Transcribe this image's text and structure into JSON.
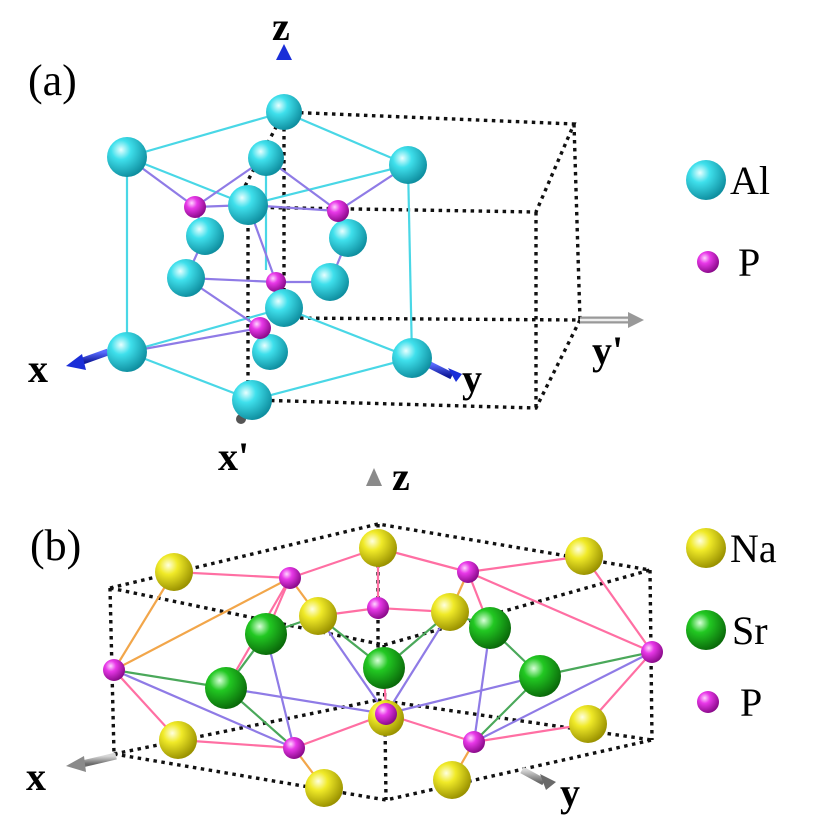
{
  "panel_a": {
    "label": "(a)",
    "axes": {
      "z": "z",
      "x": "x",
      "y": "y",
      "x_prime": "x'",
      "y_prime": "y'"
    },
    "legend": [
      {
        "element": "Al",
        "color": "#2fd3e0"
      },
      {
        "element": "P",
        "color": "#e020e0"
      }
    ]
  },
  "panel_b": {
    "label": "(b)",
    "axes": {
      "z": "z",
      "x": "x",
      "y": "y"
    },
    "legend": [
      {
        "element": "Na",
        "color": "#e8e020"
      },
      {
        "element": "Sr",
        "color": "#18c018"
      },
      {
        "element": "P",
        "color": "#e020e0"
      }
    ]
  },
  "colors": {
    "al": "#2fd3e0",
    "p": "#e020e0",
    "na": "#e8e020",
    "sr": "#18c018",
    "axis_blue": "#1a2ed8",
    "axis_gray": "#8a8a8a"
  }
}
